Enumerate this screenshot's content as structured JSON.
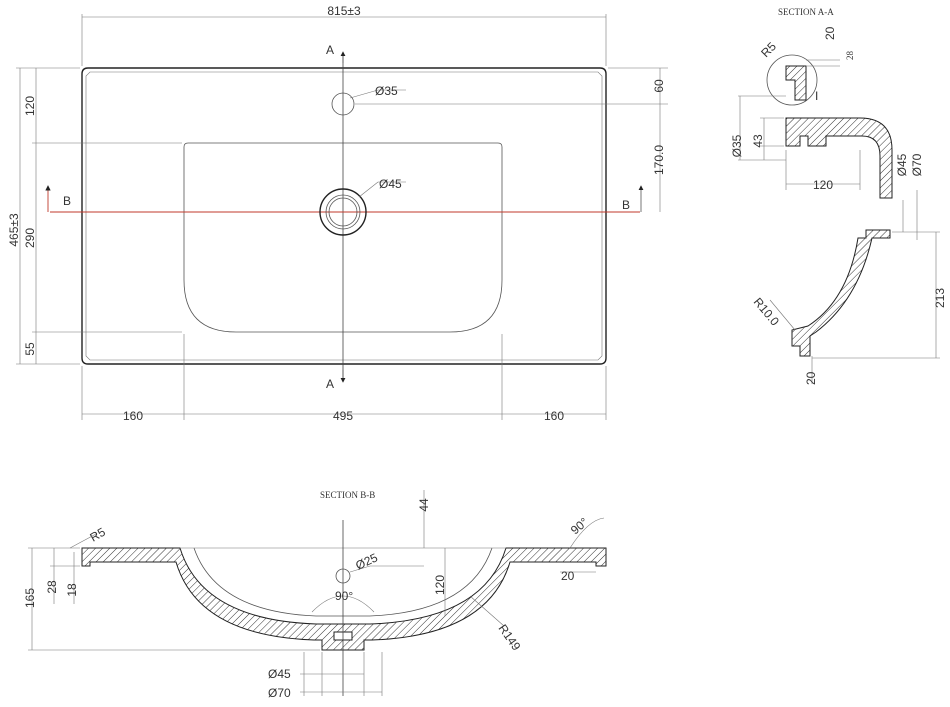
{
  "plan": {
    "overall_width": "815±3",
    "overall_depth": "465±3",
    "back_edge": "120",
    "bowl_depth": "290",
    "front_edge": "55",
    "tap_hole_setback": "60",
    "bowl_center_depth": "170.0",
    "tap_hole": "Ø35",
    "drain_hole": "Ø45",
    "left_margin": "160",
    "bowl_width": "495",
    "right_margin": "160",
    "section_a": "A",
    "section_b": "B"
  },
  "section_aa": {
    "title": "SECTION A-A",
    "r5": "R5",
    "d20": "20",
    "d28": "28",
    "detail": "I",
    "d35": "Ø35",
    "d43": "43",
    "d45": "Ø45",
    "d70": "Ø70",
    "d120": "120",
    "r10": "R10.0",
    "d213": "213",
    "d20b": "20"
  },
  "section_bb": {
    "title": "SECTION B-B",
    "r5": "R5",
    "d165": "165",
    "d28": "28",
    "d18": "18",
    "d44": "44",
    "d25": "Ø25",
    "d120": "120",
    "a90a": "90°",
    "a90b": "90°",
    "d20": "20",
    "r149": "R149",
    "d45": "Ø45",
    "d70": "Ø70"
  }
}
